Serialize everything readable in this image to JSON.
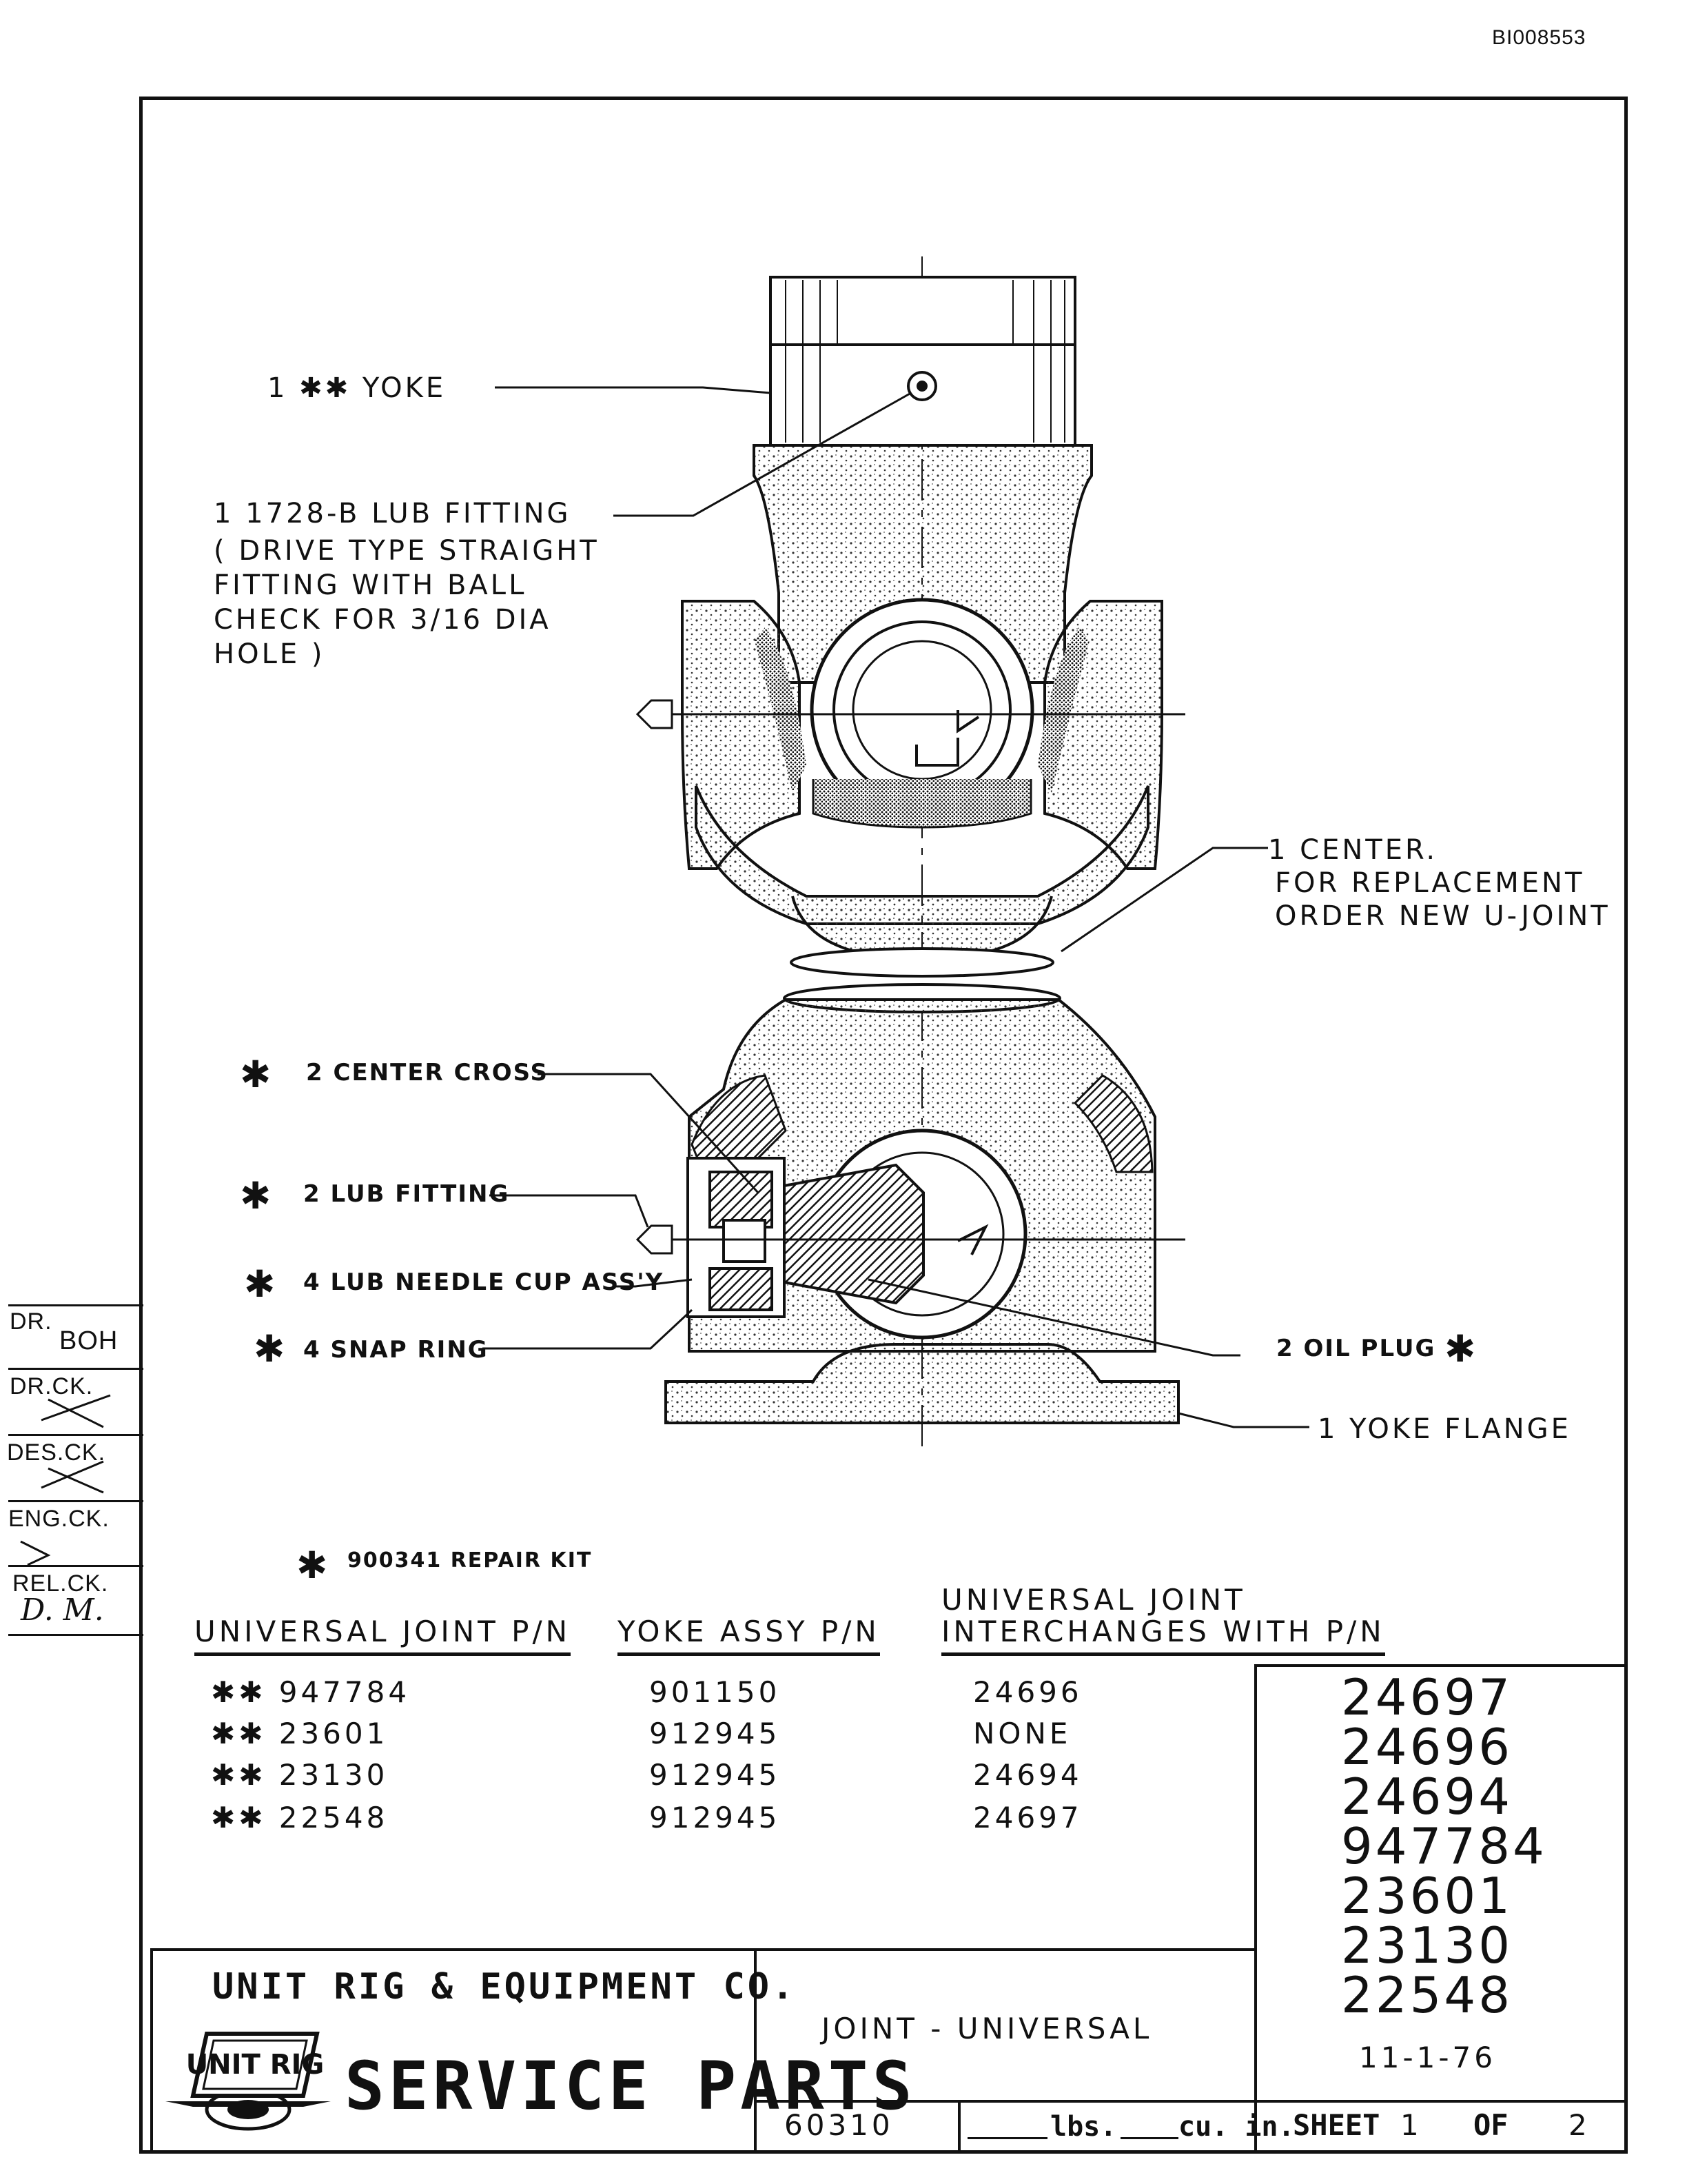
{
  "document": {
    "doc_id": "BI008553",
    "title": "JOINT - UNIVERSAL",
    "date": "11-1-76",
    "drawing_number": "60310",
    "weight_unit": "lbs.",
    "volume_unit": "cu. in.",
    "sheet_label": "SHEET",
    "sheet_num": "1",
    "of_label": "OF",
    "sheet_total": "2"
  },
  "company": {
    "name": "UNIT RIG & EQUIPMENT CO.",
    "dept": "SERVICE PARTS",
    "logo_text": "UNIT RIG"
  },
  "callouts": {
    "yoke": "1 ✱✱ YOKE",
    "lub_fitting_1": "1 1728-B LUB FITTING",
    "lub_fitting_note": [
      "( DRIVE TYPE STRAIGHT",
      "FITTING WITH BALL",
      "CHECK FOR 3/16 DIA",
      "HOLE )"
    ],
    "center": [
      "1 CENTER.",
      "FOR REPLACEMENT",
      "ORDER NEW U-JOINT"
    ],
    "center_cross": "2 CENTER CROSS",
    "lub_fitting_2": "2 LUB FITTING",
    "needle_cup": "4 LUB NEEDLE CUP ASS'Y",
    "snap_ring": "4 SNAP RING",
    "oil_plug": "2 OIL PLUG",
    "yoke_flange": "1 YOKE FLANGE",
    "repair_kit": "900341 REPAIR KIT",
    "star": "✱"
  },
  "checks": {
    "dr": "DR.",
    "dr_val": "BOH",
    "dr_ck": "DR.CK.",
    "des_ck": "DES.CK.",
    "eng_ck": "ENG.CK.",
    "rel_ck": "REL.CK.",
    "rel_val": "D. M."
  },
  "table": {
    "headers": {
      "ujoint": "UNIVERSAL JOINT P/N",
      "yoke": "YOKE ASSY P/N",
      "inter_1": "UNIVERSAL JOINT",
      "inter_2": "INTERCHANGES WITH P/N"
    },
    "rows": [
      {
        "ujoint": "✱✱ 947784",
        "yoke": "901150",
        "inter": "24696"
      },
      {
        "ujoint": "✱✱ 23601",
        "yoke": "912945",
        "inter": "NONE"
      },
      {
        "ujoint": "✱✱ 23130",
        "yoke": "912945",
        "inter": "24694"
      },
      {
        "ujoint": "✱✱ 22548",
        "yoke": "912945",
        "inter": "24697"
      }
    ]
  },
  "part_numbers": [
    "24697",
    "24696",
    "24694",
    "947784",
    "23601",
    "23130",
    "22548"
  ]
}
